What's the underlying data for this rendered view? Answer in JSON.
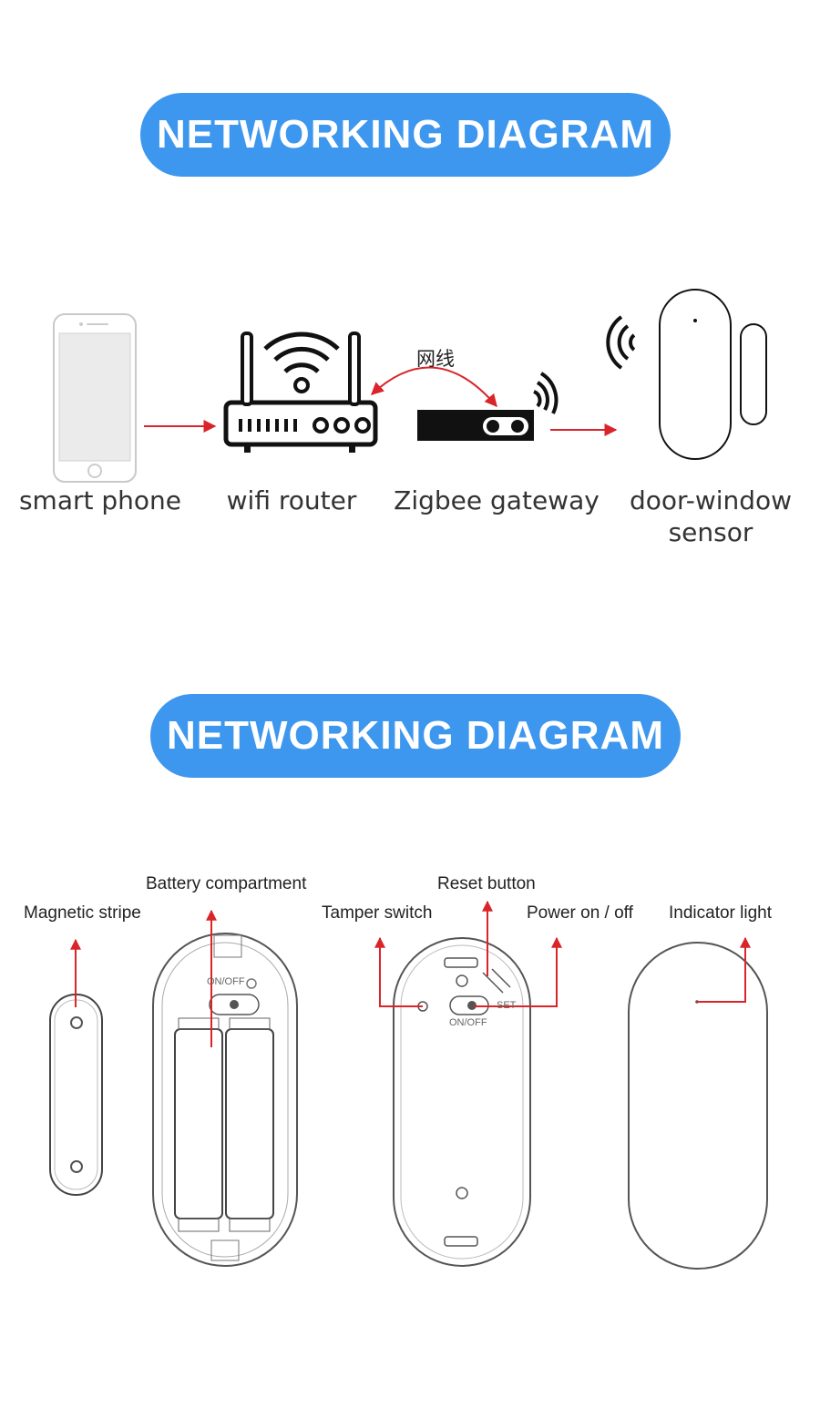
{
  "banners": {
    "top": "NETWORKING DIAGRAM",
    "bottom": "NETWORKING DIAGRAM"
  },
  "network": {
    "devices": [
      {
        "label": "smart phone",
        "icon": "smartphone-icon"
      },
      {
        "label": "wifi router",
        "icon": "router-icon"
      },
      {
        "label": "Zigbee gateway",
        "icon": "gateway-icon"
      },
      {
        "label_line1": "door-window",
        "label_line2": "sensor",
        "icon": "door-window-sensor-icon"
      }
    ],
    "cable_label": "网线",
    "arrow_color": "#d9252a"
  },
  "parts": {
    "magnetic_stripe": "Magnetic stripe",
    "battery_compartment": "Battery compartment",
    "tamper_switch": "Tamper switch",
    "reset_button": "Reset button",
    "power_switch": "Power on / off",
    "indicator_light": "Indicator light",
    "on_off_mark": "ON/OFF",
    "set_mark": "SET"
  }
}
